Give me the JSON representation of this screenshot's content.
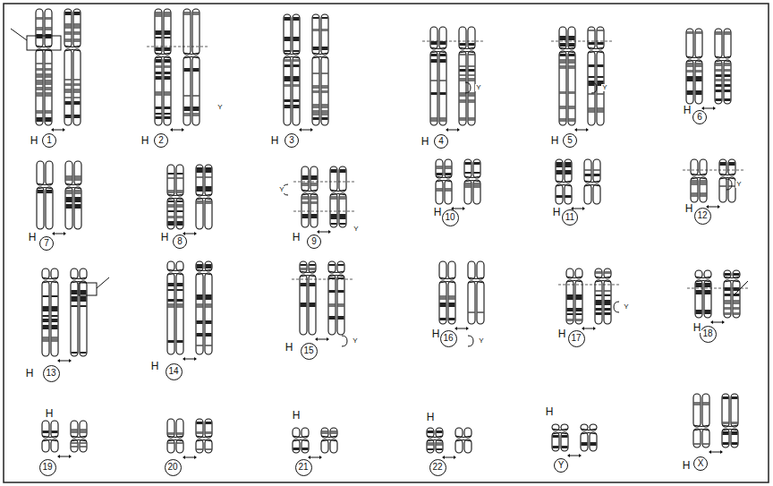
{
  "diagram": {
    "nodes": [
      {
        "text": [
          "1"
        ]
      },
      {
        "text": [
          "2"
        ]
      },
      {
        "text": [
          "3"
        ]
      },
      {
        "text": [
          "4"
        ]
      },
      {
        "text": [
          "5"
        ]
      },
      {
        "text": [
          "6"
        ]
      },
      {
        "text": [
          "7"
        ]
      },
      {
        "text": [
          "8"
        ]
      },
      {
        "text": [
          "9"
        ]
      },
      {
        "text": [
          "10"
        ]
      },
      {
        "text": [
          "11"
        ]
      },
      {
        "text": [
          "12"
        ]
      },
      {
        "text": [
          "13"
        ]
      },
      {
        "text": [
          "14"
        ]
      },
      {
        "text": [
          "15"
        ]
      },
      {
        "text": [
          "16"
        ]
      },
      {
        "text": [
          "17"
        ]
      },
      {
        "text": [
          "18"
        ]
      },
      {
        "text": [
          "19"
        ]
      },
      {
        "text": [
          "20"
        ]
      },
      {
        "text": [
          "21"
        ]
      },
      {
        "text": [
          "22"
        ]
      },
      {
        "text": [
          "Y"
        ]
      },
      {
        "text": [
          "X"
        ]
      }
    ],
    "labels": [
      "H",
      "H",
      "H",
      "H",
      "H",
      "H",
      "H",
      "H",
      "H",
      "H",
      "H",
      "H",
      "H",
      "H",
      "H",
      "H",
      "H",
      "H",
      "H",
      "H",
      "H",
      "H",
      "H",
      "Y",
      "Y",
      "Y",
      "Y",
      "Y",
      "Y",
      "Y",
      "Y",
      "Y"
    ]
  }
}
